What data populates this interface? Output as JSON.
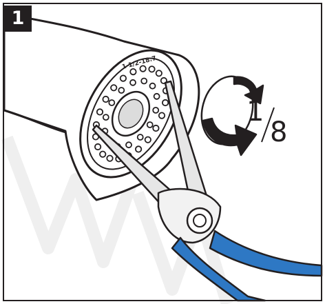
{
  "step": {
    "number": "1"
  },
  "rotation": {
    "numerator": "1",
    "denominator": "8"
  },
  "nozzle_ring_text": "1 1/2-18.7",
  "colors": {
    "ink": "#231f20",
    "plier_grip": "#2e78c4",
    "plier_metal": "#e6e6e6",
    "watermark": "#eeeeee"
  },
  "icons": {
    "rotation_arrow": "counterclockwise-arrow-icon"
  }
}
